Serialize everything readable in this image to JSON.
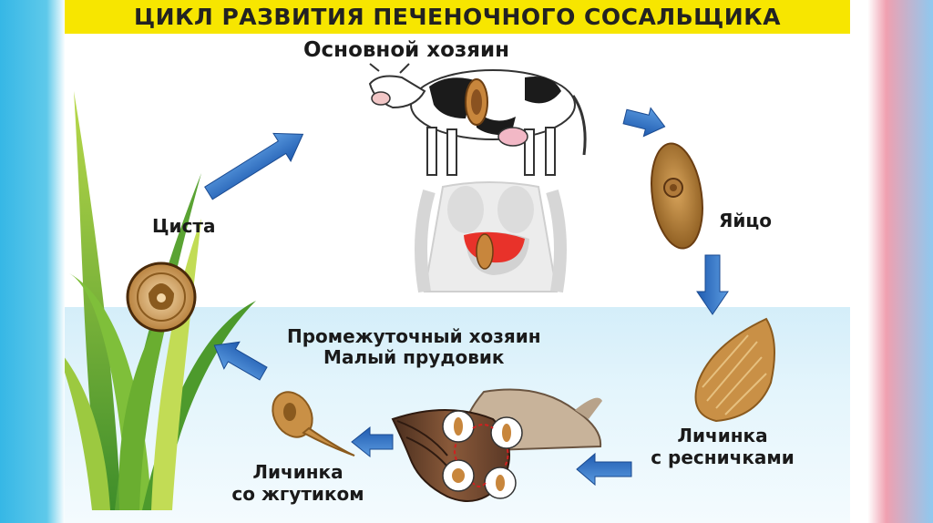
{
  "title": "ЦИКЛ РАЗВИТИЯ ПЕЧЕНОЧНОГО СОСАЛЬЩИКА",
  "labels": {
    "main_host": "Основной хозяин",
    "egg": "Яйцо",
    "cyst": "Циста",
    "intermediate_host_line1": "Промежуточный хозяин",
    "intermediate_host_line2": "Малый прудовик",
    "ciliated_larva_line1": "Личинка",
    "ciliated_larva_line2": "с ресничками",
    "flagellated_larva_line1": "Личинка",
    "flagellated_larva_line2": "со жгутиком"
  },
  "colors": {
    "banner": "#f7e600",
    "arrow": "#2f6fc2",
    "fluke": "#b9742a",
    "liver": "#e8322a"
  },
  "icons": [
    "cow-icon",
    "liver-fluke-icon",
    "human-torso-icon",
    "egg-icon",
    "ciliated-larva-icon",
    "snail-icon",
    "flagellated-larva-icon",
    "cyst-icon",
    "grass-icon"
  ]
}
